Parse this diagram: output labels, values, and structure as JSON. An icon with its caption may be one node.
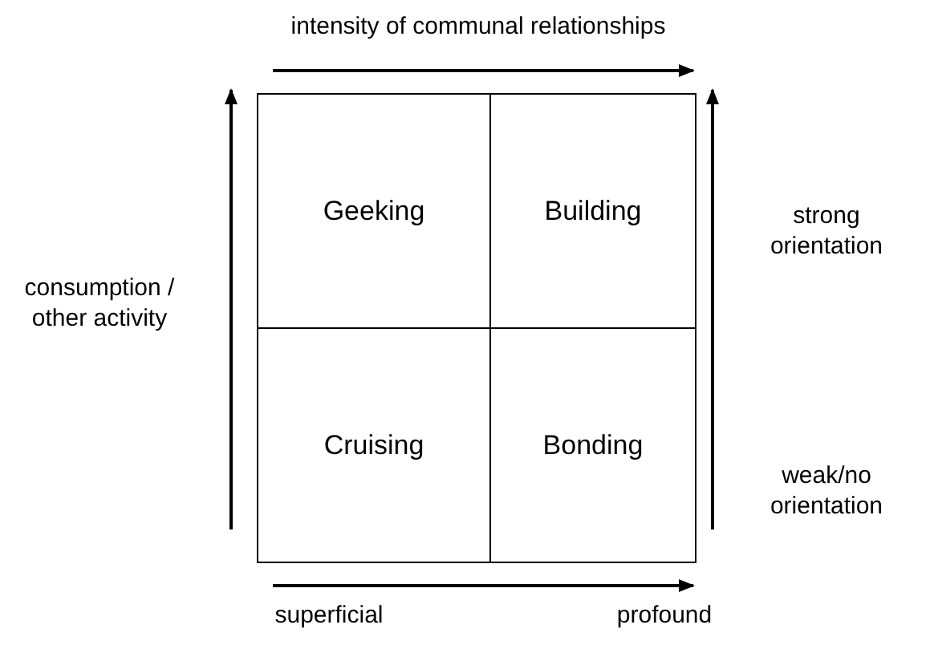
{
  "diagram": {
    "nodes": [
      {
        "text": [
          "Geeking"
        ]
      },
      {
        "text": [
          "Building"
        ]
      },
      {
        "text": [
          "Cruising"
        ]
      },
      {
        "text": [
          "Bonding"
        ]
      }
    ],
    "labels": [
      "intensity of communal relationships",
      "strong orientation",
      "consumption / other activity",
      "weak/no orientation",
      "superficial",
      "profound"
    ]
  }
}
